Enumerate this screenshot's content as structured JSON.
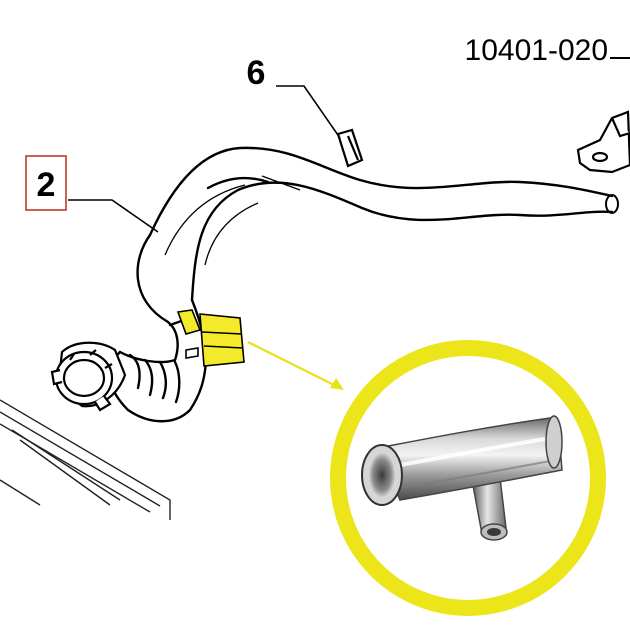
{
  "diagram": {
    "part_number": "10401-020",
    "callouts": [
      {
        "id": "hose",
        "label": "2",
        "boxed": true
      },
      {
        "id": "clip",
        "label": "6",
        "boxed": false
      }
    ]
  },
  "colors": {
    "line": "#000000",
    "highlight": "#f5ea2a",
    "ring": "#e8e21c",
    "callout_box": "#c0392b",
    "metal_dark": "#5a5a5a",
    "metal_light": "#eaeaea"
  },
  "highlighted_part": "metal-t-connector"
}
